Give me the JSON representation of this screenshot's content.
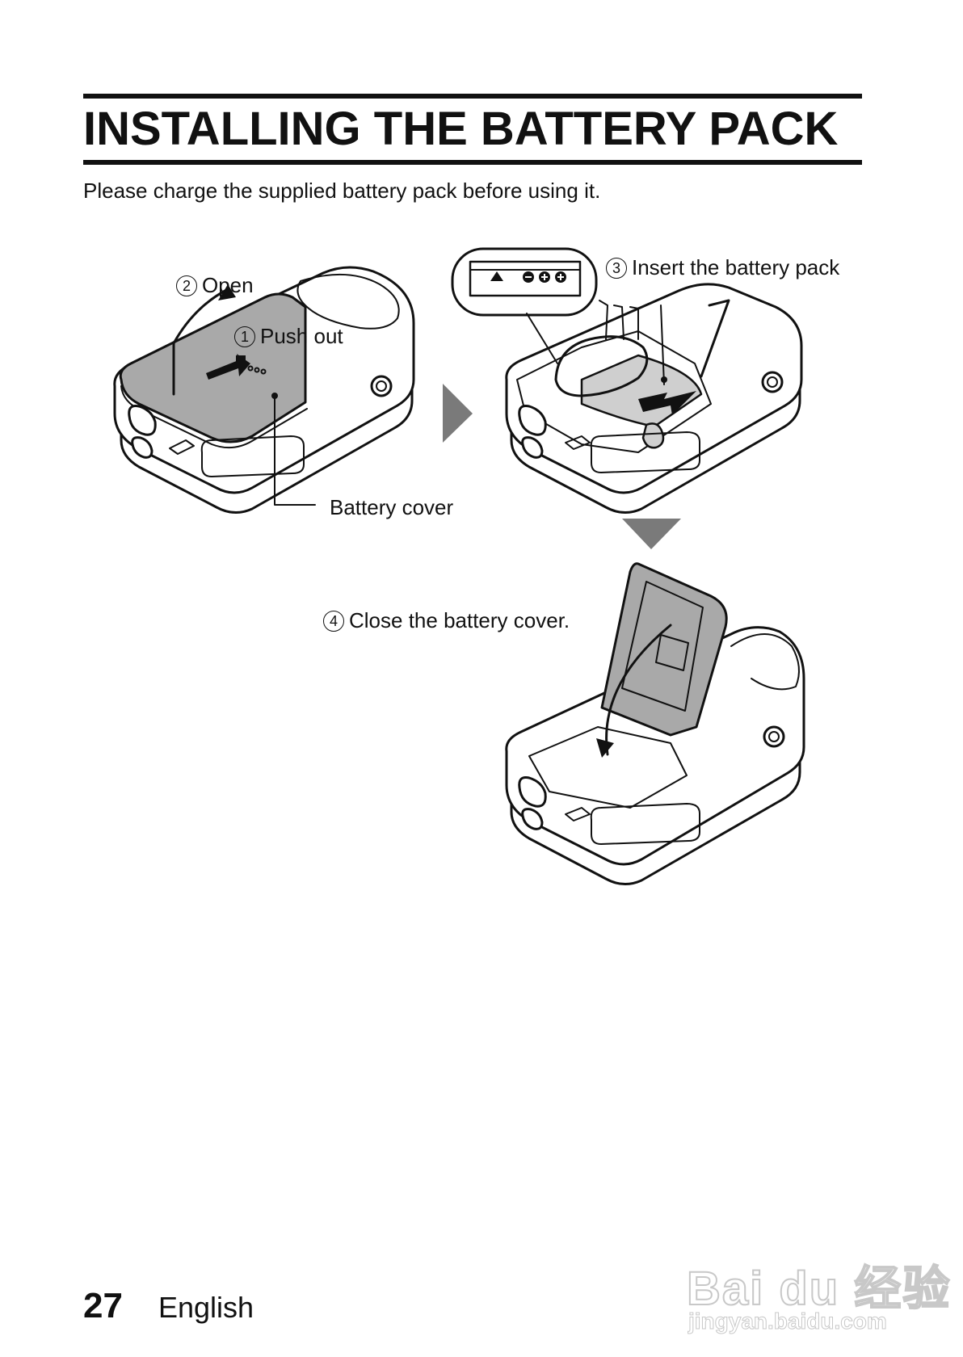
{
  "header": {
    "title": "INSTALLING THE BATTERY PACK",
    "intro": "Please charge the supplied battery pack before using it."
  },
  "steps": [
    {
      "number": "1",
      "label": "Push out"
    },
    {
      "number": "2",
      "label": "Open"
    },
    {
      "number": "3",
      "label": "Insert the battery pack"
    },
    {
      "number": "4",
      "label": "Close the battery cover."
    }
  ],
  "callouts": {
    "battery_cover": "Battery cover"
  },
  "footer": {
    "page_number": "27",
    "language": "English"
  },
  "watermark": {
    "logo": "Bai du 经验",
    "url": "jingyan.baidu.com"
  }
}
